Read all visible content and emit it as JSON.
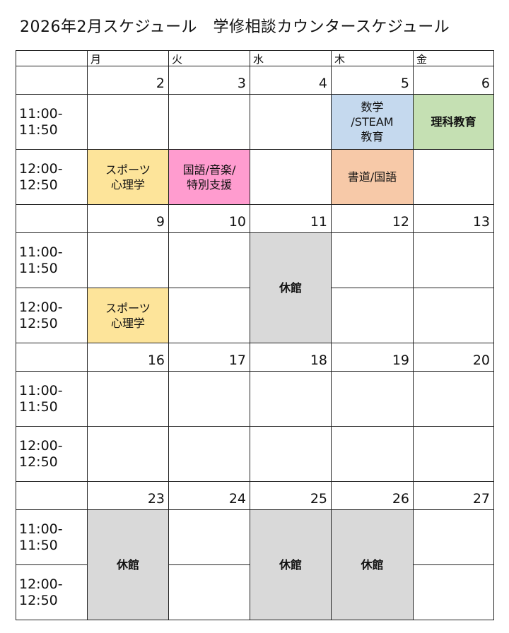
{
  "title": "2026年2月スケジュール　学修相談カウンタースケジュール",
  "weekdays": [
    "月",
    "火",
    "水",
    "木",
    "金"
  ],
  "time_slots": [
    "11:00-\n11:50",
    "12:00-\n12:50"
  ],
  "weeks": [
    {
      "dates": [
        "2",
        "3",
        "4",
        "5",
        "6"
      ],
      "events": [
        {
          "text": "数学\n/STEAM\n教育",
          "color": "#c5d9ee"
        },
        {
          "text": "理科教育",
          "color": "#c5e0b3"
        },
        {
          "text": "スポーツ\n心理学",
          "color": "#fde49a"
        },
        {
          "text": "国語/音楽/\n特別支援",
          "color": "#ff9ccf"
        },
        {
          "text": "書道/国語",
          "color": "#f7c9a8"
        }
      ]
    },
    {
      "dates": [
        "9",
        "10",
        "11",
        "12",
        "13"
      ],
      "events": [
        {
          "text": "休館",
          "color": "#d9d9d9"
        },
        {
          "text": "スポーツ\n心理学",
          "color": "#fde49a"
        }
      ]
    },
    {
      "dates": [
        "16",
        "17",
        "18",
        "19",
        "20"
      ],
      "events": []
    },
    {
      "dates": [
        "23",
        "24",
        "25",
        "26",
        "27"
      ],
      "events": [
        {
          "text": "休館",
          "color": "#d9d9d9"
        },
        {
          "text": "休館",
          "color": "#d9d9d9"
        },
        {
          "text": "休館",
          "color": "#d9d9d9"
        }
      ]
    }
  ]
}
